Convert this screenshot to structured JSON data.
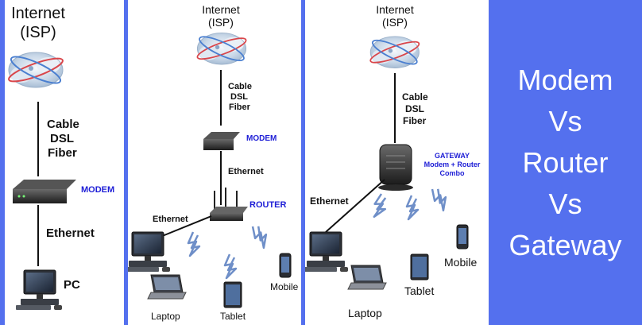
{
  "panel1": {
    "internet_line1": "Internet",
    "internet_line2": "(ISP)",
    "connection_types": [
      "Cable",
      "DSL",
      "Fiber"
    ],
    "modem_label": "MODEM",
    "ethernet_label": "Ethernet",
    "pc_label": "PC"
  },
  "panel2": {
    "internet_line1": "Internet",
    "internet_line2": "(ISP)",
    "connection_types": [
      "Cable",
      "DSL",
      "Fiber"
    ],
    "modem_label": "MODEM",
    "ethernet_label_1": "Ethernet",
    "router_label": "ROUTER",
    "ethernet_label_2": "Ethernet",
    "mobile_label": "Mobile",
    "laptop_label": "Laptop",
    "tablet_label": "Tablet"
  },
  "panel3": {
    "internet_line1": "Internet",
    "internet_line2": "(ISP)",
    "connection_types": [
      "Cable",
      "DSL",
      "Fiber"
    ],
    "gateway_label_line1": "GATEWAY",
    "gateway_label_line2": "Modem + Router",
    "gateway_label_line3": "Combo",
    "ethernet_label": "Ethernet",
    "mobile_label": "Mobile",
    "tablet_label": "Tablet",
    "laptop_label": "Laptop"
  },
  "title": {
    "lines": [
      "Modem",
      "Vs",
      "Router",
      "Vs",
      "Gateway"
    ]
  },
  "colors": {
    "accent_blue": "#5470ee",
    "device_label_blue": "#1d1dd6",
    "lightning_blue": "#6f8fc8"
  },
  "icons": [
    "cloud-globe-icon",
    "modem-icon",
    "router-icon",
    "gateway-icon",
    "desktop-pc-icon",
    "laptop-icon",
    "tablet-icon",
    "mobile-phone-icon",
    "wireless-bolt-icon"
  ]
}
